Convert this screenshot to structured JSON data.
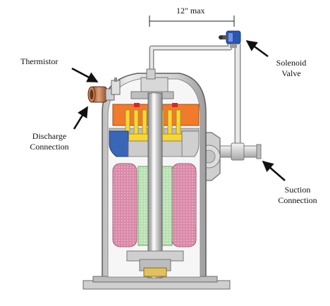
{
  "labels": {
    "dimension": "12\"  max",
    "thermistor": "Thermistor",
    "solenoid_line1": "Solenoid",
    "solenoid_line2": "Valve",
    "discharge_line1": "Discharge",
    "discharge_line2": "Connection",
    "suction_line1": "Suction",
    "suction_line2": "Connection"
  },
  "colors": {
    "shell": "#dcdcdc",
    "shell_outline": "#6a6a6a",
    "inner": "#f4f4f4",
    "stator": "#d98aa8",
    "rotor": "#b8e0b4",
    "scroll_orange": "#f07b2c",
    "scroll_yellow": "#f6d63a",
    "scroll_blue": "#3a66b8",
    "red_part": "#d4282c",
    "valve_blue": "#2d56b3",
    "tube": "#d8d8d8"
  }
}
